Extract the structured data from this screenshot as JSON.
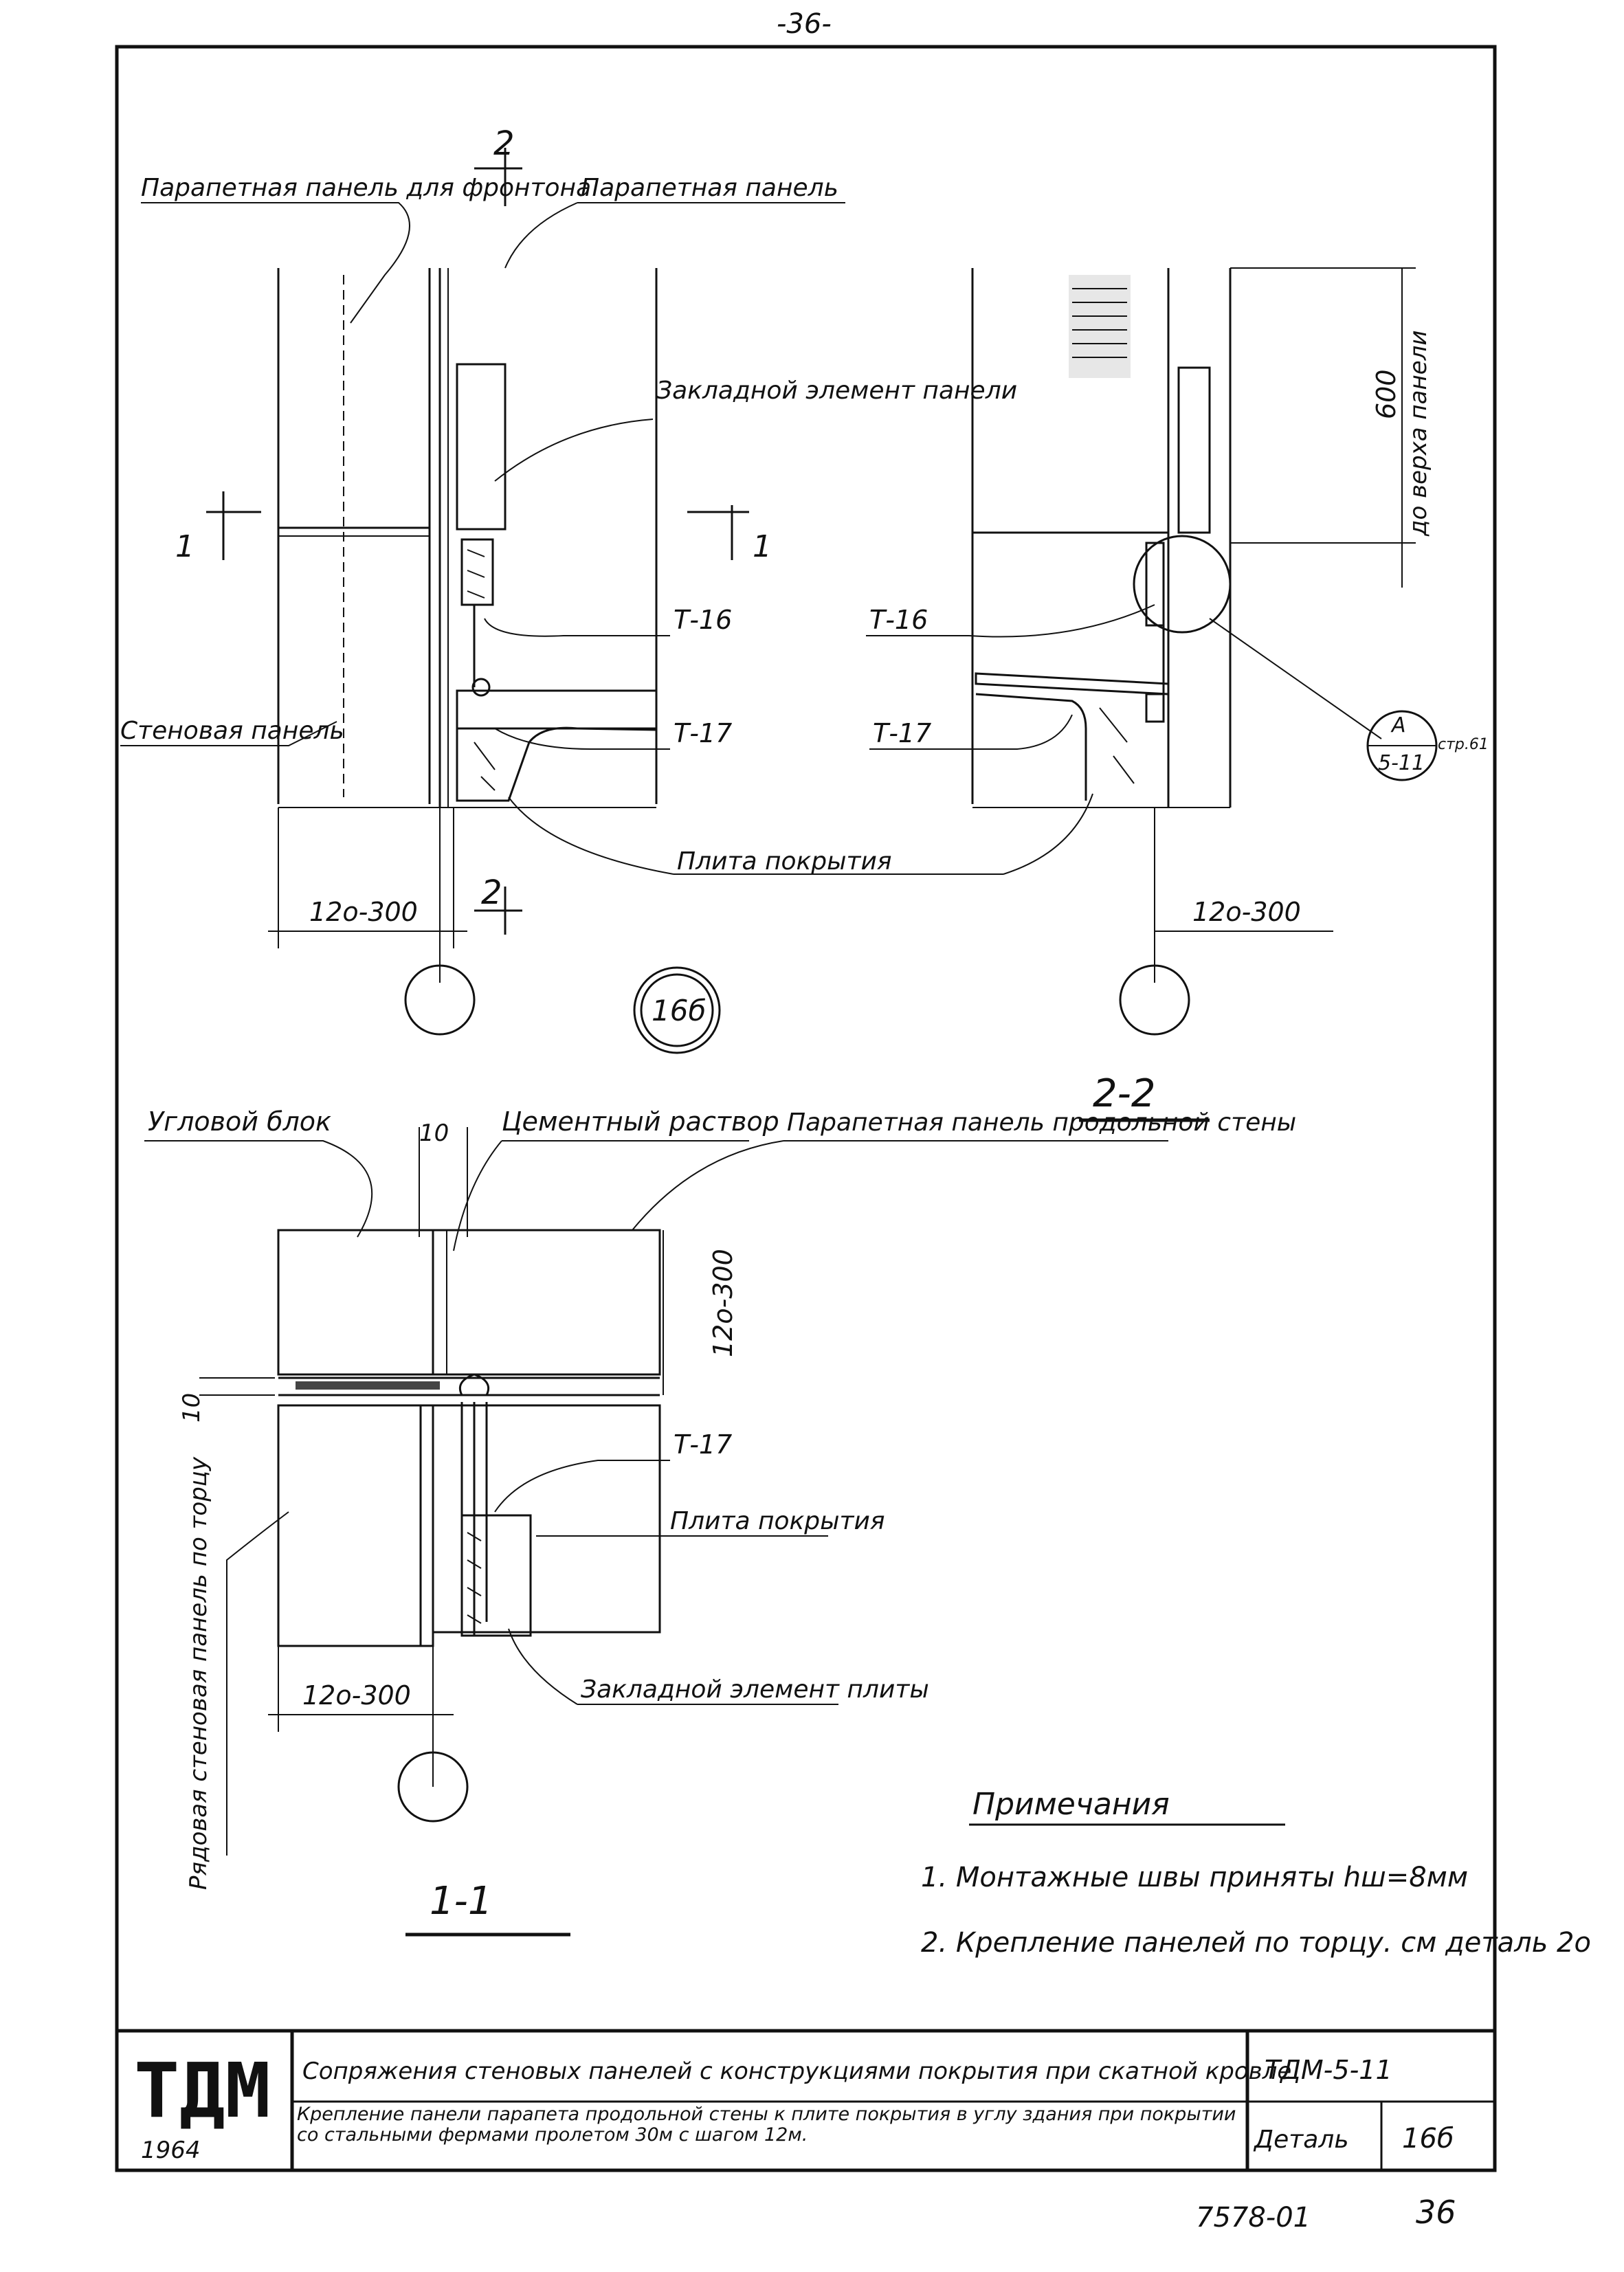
{
  "sheet": {
    "top_page_mark": "-36-",
    "bottom_number": "7578-01",
    "bottom_page": "36"
  },
  "labels": {
    "section_mark_2_top": "2",
    "section_mark_2_bottom": "2",
    "section_mark_1_left": "1",
    "section_mark_1_right": "1",
    "parapet_panel_gable": "Парапетная панель для фронтона",
    "parapet_panel": "Парапетная панель",
    "embedded_element_panel": "Закладной элемент панели",
    "t16_left": "Т-16",
    "t17_left": "Т-17",
    "wall_panel": "Стеновая панель",
    "roof_slab": "Плита покрытия",
    "dim_left_top": "12о-300",
    "dim_right_top": "12о-300",
    "detail_circle": "16б",
    "t16_right": "Т-16",
    "t17_right": "Т-17",
    "height_600": "600",
    "to_panel_top": "до верха панели",
    "callout_letter": "А",
    "callout_code": "5-11",
    "callout_ref": "стр.61",
    "section_2_2": "2-2",
    "corner_block": "Угловой блок",
    "gap_10_top": "10",
    "cement_mortar": "Цементный раствор",
    "parapet_longitudinal": "Парапетная панель продольной стены",
    "dim_vertical": "12о-300",
    "gap_10_left": "10",
    "t17_bottom": "Т-17",
    "roof_slab_bottom": "Плита покрытия",
    "row_wall_panel_end": "Рядовая стеновая панель по торцу",
    "dim_bottom": "12о-300",
    "embedded_element_slab": "Закладной элемент плиты",
    "section_1_1": "1-1"
  },
  "notes": {
    "title": "Примечания",
    "items": [
      "1. Монтажные швы приняты hш=8мм",
      "2. Крепление панелей по торцу. см деталь 2о"
    ]
  },
  "title_block": {
    "logo": "ТДМ",
    "year": "1964",
    "title": "Сопряжения стеновых панелей с конструкциями покрытия при скатной кровле",
    "series": "ТДМ-5-11",
    "subtitle": "Крепление панели парапета продольной стены к плите покрытия в углу здания при покрытии со стальными фермами пролетом 30м с шагом 12м.",
    "detail_label": "Деталь",
    "detail_number": "16б"
  }
}
